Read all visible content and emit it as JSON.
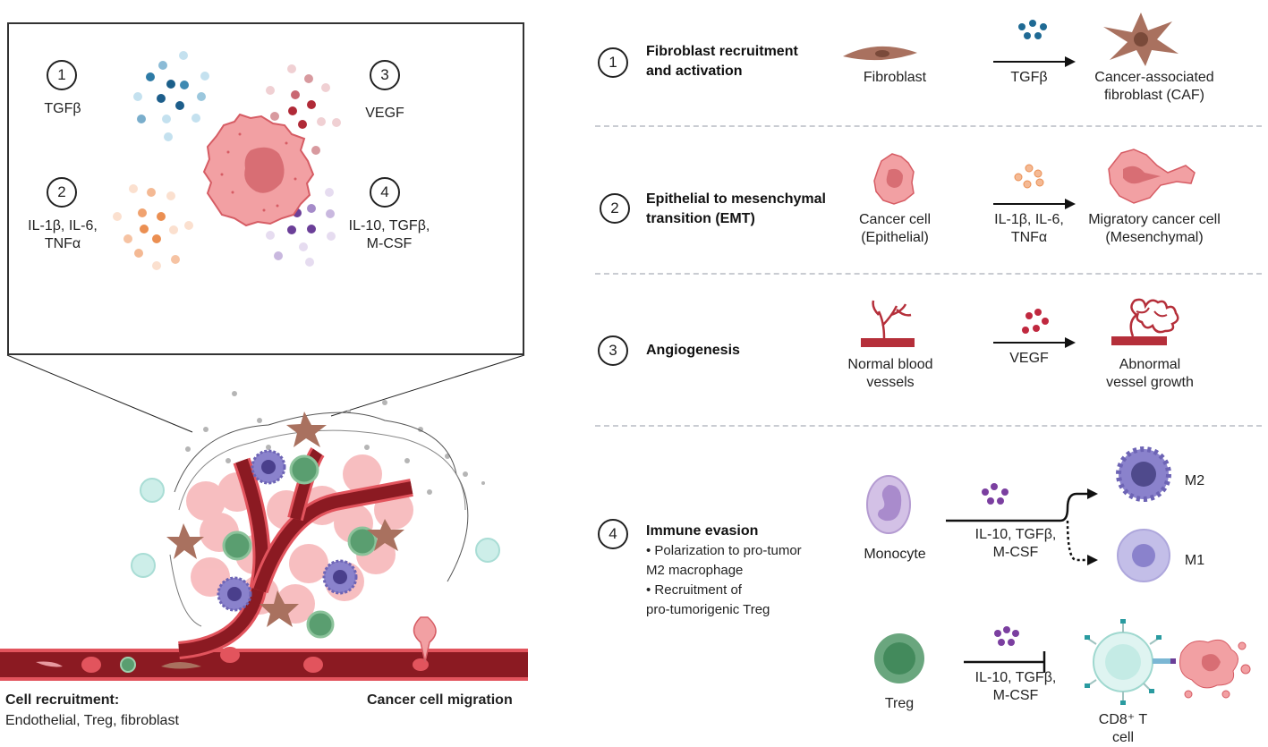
{
  "inset": {
    "items": [
      {
        "number": "1",
        "label": "TGFβ",
        "color": "#1f6a94"
      },
      {
        "number": "2",
        "label_line1": "IL-1β, IL-6,",
        "label_line2": "TNFα",
        "color": "#e8874a"
      },
      {
        "number": "3",
        "label": "VEGF",
        "color": "#b02a37"
      },
      {
        "number": "4",
        "label_line1": "IL-10, TGFβ,",
        "label_line2": "M-CSF",
        "color": "#6b3f98"
      }
    ]
  },
  "tumor": {
    "left_label_title": "Cell recruitment:",
    "left_label_sub": "Endothelial, Treg, fibroblast",
    "right_label": "Cancer cell migration"
  },
  "steps": [
    {
      "number": "1",
      "title_line1": "Fibroblast recruitment",
      "title_line2": "and activation",
      "from": "Fibroblast",
      "factor": "TGFβ",
      "to_line1": "Cancer-associated",
      "to_line2": "fibroblast (CAF)"
    },
    {
      "number": "2",
      "title_line1": "Epithelial to mesenchymal",
      "title_line2": "transition (EMT)",
      "from_line1": "Cancer cell",
      "from_line2": "(Epithelial)",
      "factor_line1": "IL-1β, IL-6,",
      "factor_line2": "TNFα",
      "to_line1": "Migratory cancer cell",
      "to_line2": "(Mesenchymal)"
    },
    {
      "number": "3",
      "title_line1": "Angiogenesis",
      "from_line1": "Normal blood",
      "from_line2": "vessels",
      "factor": "VEGF",
      "to_line1": "Abnormal",
      "to_line2": "vessel growth"
    },
    {
      "number": "4",
      "title_line1": "Immune evasion",
      "bullet1_line1": "• Polarization to pro-tumor",
      "bullet1_line2": "M2 macrophage",
      "bullet2_line1": "• Recruitment of",
      "bullet2_line2": "pro-tumorigenic Treg",
      "from": "Monocyte",
      "factor_line1": "IL-10, TGFβ,",
      "factor_line2": "M-CSF",
      "to_a": "M2",
      "to_b": "M1",
      "treg": "Treg",
      "treg_factor_line1": "IL-10, TGFβ,",
      "treg_factor_line2": "M-CSF",
      "target": "CD8⁺ T cell"
    }
  ],
  "colors": {
    "cancer": "#f2a0a3",
    "cancer_nucleus": "#d86e74",
    "fibroblast": "#a9715f",
    "vessel": "#8b1a22",
    "vessel_edge": "#e2545d",
    "treg": "#5a9e70",
    "macrophage": "#7a72bd",
    "tcell": "#cdeee9"
  }
}
